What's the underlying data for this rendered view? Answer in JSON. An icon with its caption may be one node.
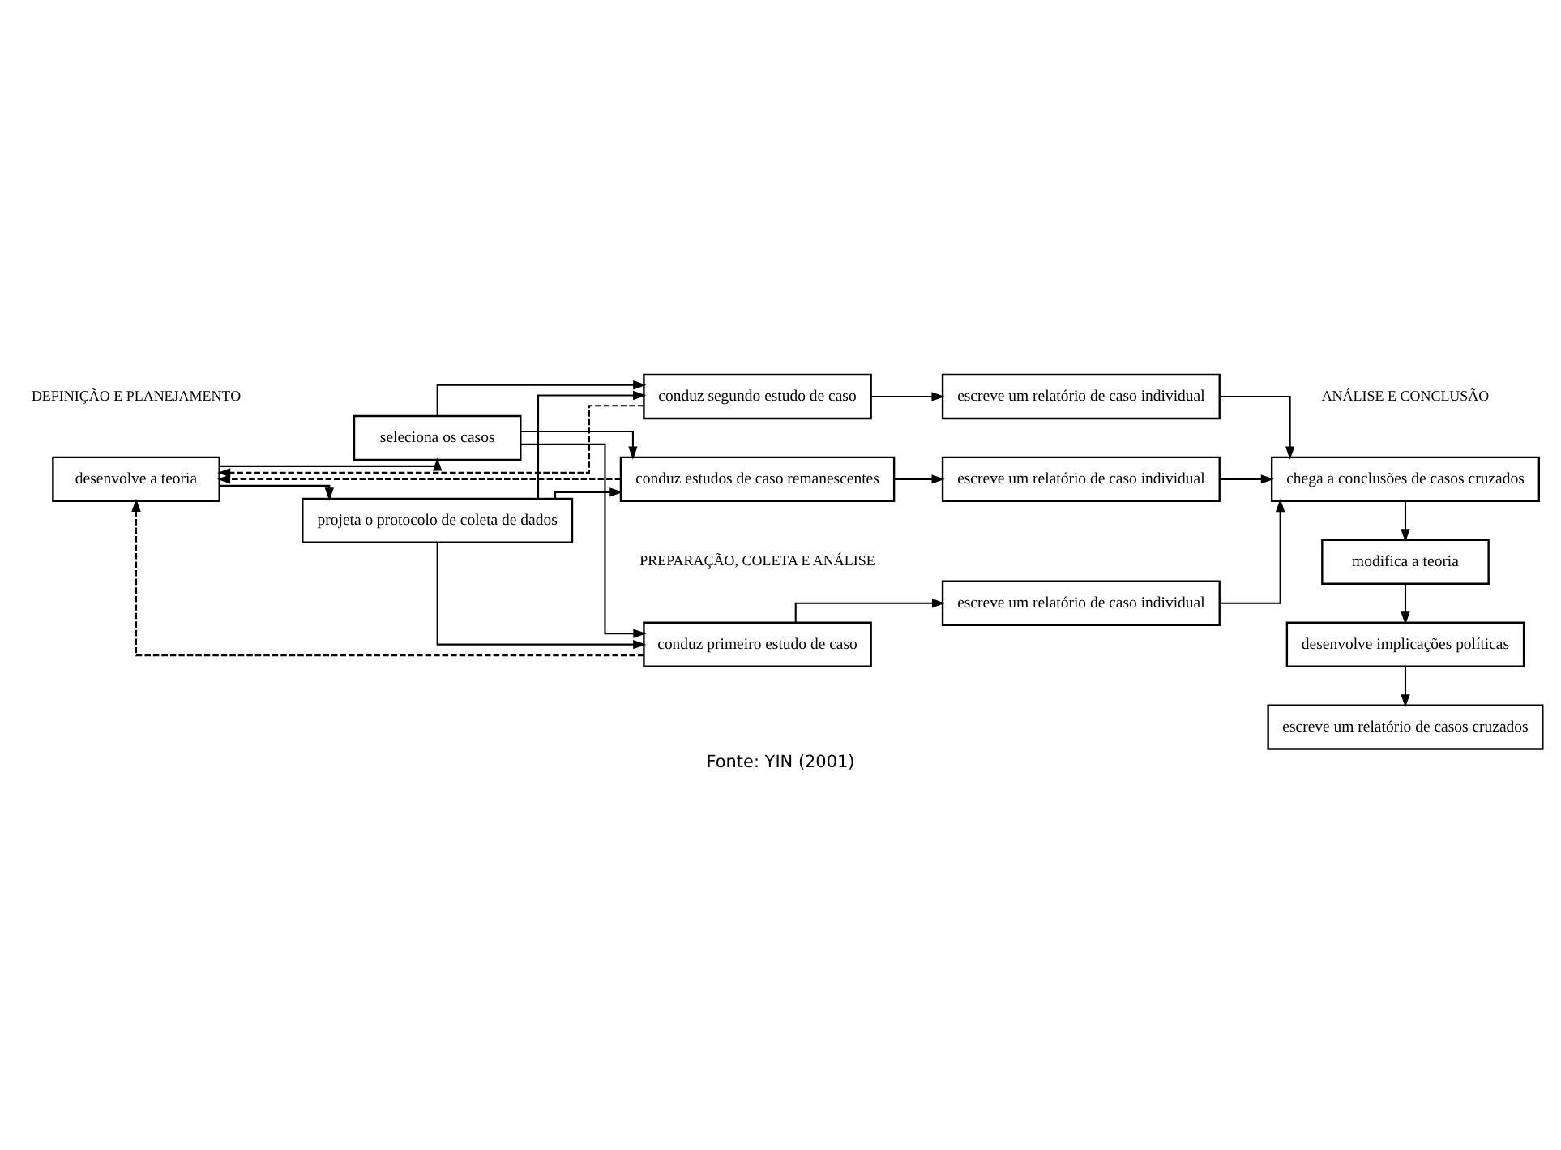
{
  "diagram": {
    "caption": "Fonte: YIN (2001)",
    "nodes": [
      {
        "text": [
          "desenvolve a teoria"
        ]
      },
      {
        "text": [
          "seleciona os casos"
        ]
      },
      {
        "text": [
          "projeta o protocolo de coleta de dados"
        ]
      },
      {
        "text": [
          "conduz primeiro estudo de caso"
        ]
      },
      {
        "text": [
          "conduz segundo estudo de caso"
        ]
      },
      {
        "text": [
          "conduz estudos de caso remanescentes"
        ]
      },
      {
        "text": [
          "escreve um relatório de caso individual"
        ]
      },
      {
        "text": [
          "escreve um relatório de caso individual"
        ]
      },
      {
        "text": [
          "escreve um relatório de caso individual"
        ]
      },
      {
        "text": [
          "chega a conclusões de casos cruzados"
        ]
      },
      {
        "text": [
          "modifica a teoria"
        ]
      },
      {
        "text": [
          "desenvolve implicações políticas"
        ]
      },
      {
        "text": [
          "escreve um relatório de casos cruzados"
        ]
      }
    ],
    "edges": [
      {
        "from": 0,
        "to": 1,
        "arrow": "to"
      },
      {
        "from": 0,
        "to": 2,
        "arrow": "to"
      },
      {
        "from": 1,
        "to": 3,
        "arrow": "to"
      },
      {
        "from": 1,
        "to": 4,
        "arrow": "to"
      },
      {
        "from": 1,
        "to": 5,
        "arrow": "to"
      },
      {
        "from": 2,
        "to": 3,
        "arrow": "to"
      },
      {
        "from": 2,
        "to": 4,
        "arrow": "to"
      },
      {
        "from": 2,
        "to": 5,
        "arrow": "to"
      },
      {
        "from": 3,
        "to": 6,
        "arrow": "to"
      },
      {
        "from": 4,
        "to": 7,
        "arrow": "to"
      },
      {
        "from": 5,
        "to": 8,
        "arrow": "to"
      },
      {
        "from": 6,
        "to": 9,
        "arrow": "to"
      },
      {
        "from": 7,
        "to": 9,
        "arrow": "to"
      },
      {
        "from": 8,
        "to": 9,
        "arrow": "to"
      },
      {
        "from": 9,
        "to": 10,
        "arrow": "to"
      },
      {
        "from": 10,
        "to": 11,
        "arrow": "to"
      },
      {
        "from": 11,
        "to": 12,
        "arrow": "to"
      },
      {
        "from": 3,
        "to": 0,
        "arrow": "to",
        "style": "dashed"
      },
      {
        "from": 4,
        "to": 0,
        "arrow": "to",
        "style": "dashed"
      },
      {
        "from": 5,
        "to": 0,
        "arrow": "to",
        "style": "dashed"
      }
    ],
    "labels": [
      "DEFINIÇÃO E PLANEJAMENTO",
      "PREPARAÇÃO, COLETA E ANÁLISE",
      "ANÁLISE E CONCLUSÃO"
    ]
  }
}
